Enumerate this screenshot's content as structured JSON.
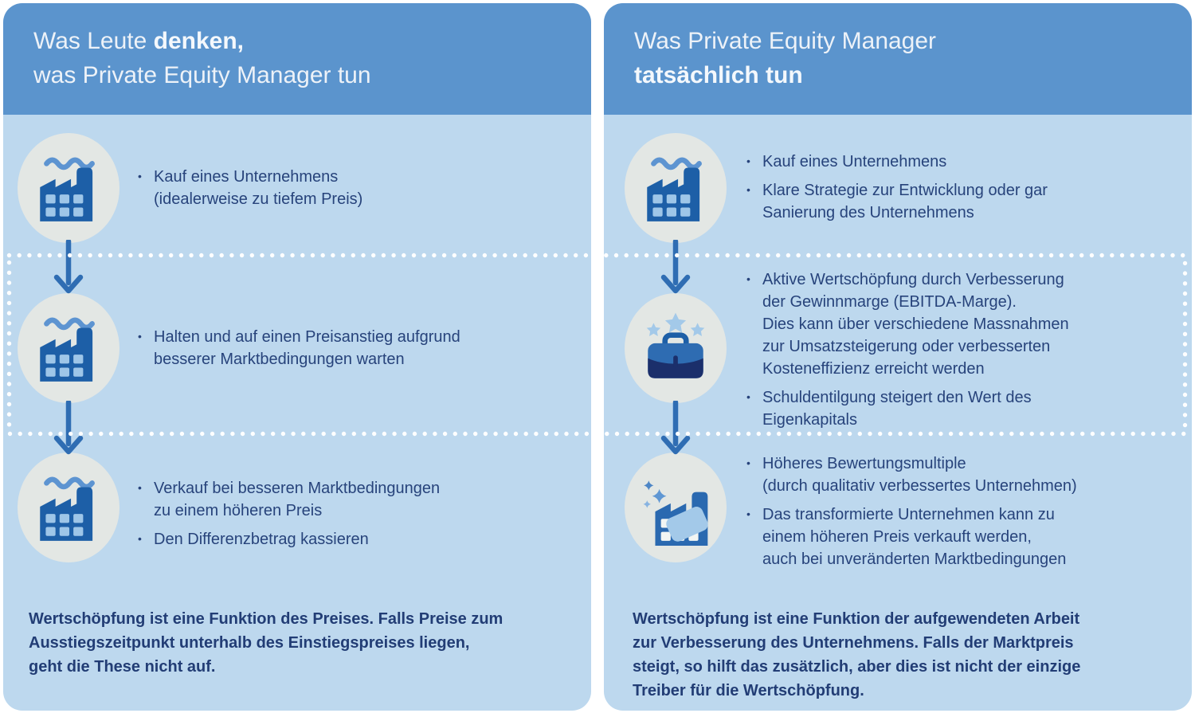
{
  "colors": {
    "header_blue": "#5b94cd",
    "panel_blue": "#bdd8ee",
    "circle_grey": "#e3e7e4",
    "text_navy": "#27437b",
    "footer_navy": "#223d75",
    "icon_dark_blue": "#1d5fa7",
    "icon_medium_blue": "#2e6cb2",
    "icon_light_blue": "#a3c9e9",
    "wave_blue": "#5d94d1",
    "arrow_blue": "#2f6db3",
    "briefcase_navy": "#1b2f6b",
    "dotted_border": "#ffffff"
  },
  "icons": {
    "step_buy": "factory-icon",
    "step_improve": "briefcase-stars-icon",
    "step_sell": "factory-sparkle-icon",
    "connector": "arrow-down-icon"
  },
  "left_panel": {
    "header": {
      "pre": "Was Leute ",
      "bold": "denken,",
      "line2": "was Private Equity Manager tun"
    },
    "steps": [
      {
        "icon": "factory-icon",
        "bullets": [
          "Kauf eines Unternehmens\n(idealerweise zu tiefem Preis)"
        ]
      },
      {
        "icon": "factory-icon",
        "bullets": [
          "Halten und auf einen Preisanstieg aufgrund\nbesserer Marktbedingungen warten"
        ]
      },
      {
        "icon": "factory-icon",
        "bullets": [
          "Verkauf bei besseren Marktbedingungen\nzu einem höheren Preis",
          "Den Differenzbetrag kassieren"
        ]
      }
    ],
    "footer": "Wertschöpfung ist eine Funktion des Preises. Falls Preise zum\nAusstiegszeitpunkt unterhalb des Einstiegspreises liegen,\ngeht die These nicht auf."
  },
  "right_panel": {
    "header": {
      "line1": "Was Private Equity Manager",
      "bold": "tatsächlich tun"
    },
    "steps": [
      {
        "icon": "factory-icon",
        "bullets": [
          "Kauf eines Unternehmens",
          "Klare Strategie zur Entwicklung oder gar\nSanierung des Unternehmens"
        ]
      },
      {
        "icon": "briefcase-stars-icon",
        "bullets": [
          "Aktive Wertschöpfung durch Verbesserung\nder Gewinnmarge (EBITDA-Marge).\nDies kann über verschiedene Massnahmen\nzur Umsatzsteigerung oder verbesserten\nKosteneffizienz erreicht werden",
          "Schuldentilgung steigert den Wert des\nEigenkapitals"
        ]
      },
      {
        "icon": "factory-sparkle-icon",
        "bullets": [
          "Höheres Bewertungsmultiple\n(durch qualitativ verbessertes Unternehmen)",
          "Das transformierte Unternehmen kann zu\neinem höheren Preis verkauft werden,\nauch bei unveränderten Marktbedingungen"
        ]
      }
    ],
    "footer": "Wertschöpfung ist eine Funktion der aufgewendeten Arbeit\nzur Verbesserung des Unternehmens. Falls der Marktpreis\nsteigt, so hilft das zusätzlich, aber dies ist nicht der einzige\nTreiber für die Wertschöpfung."
  }
}
